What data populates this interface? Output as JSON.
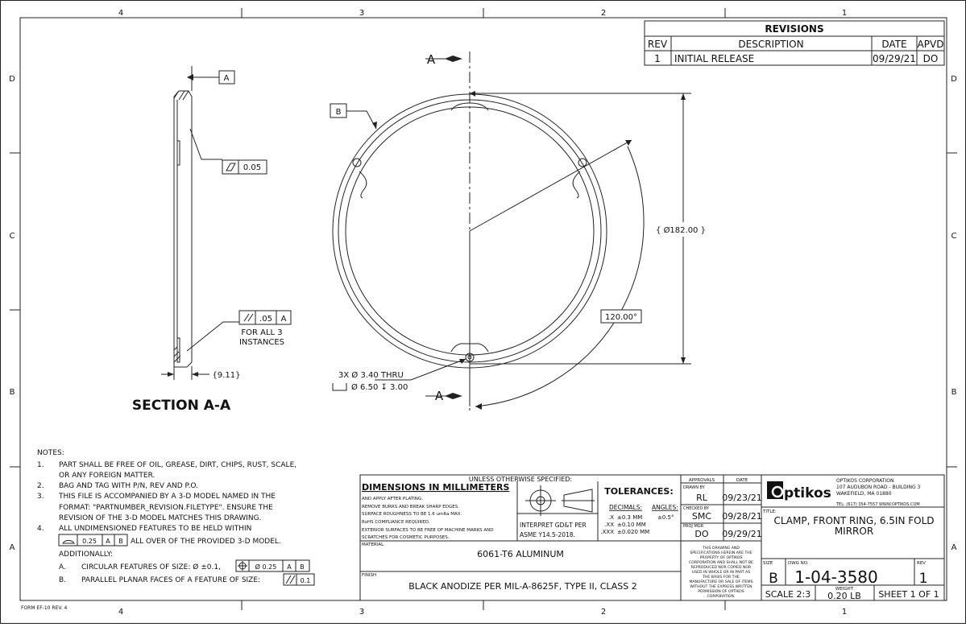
{
  "zones": {
    "cols": [
      "4",
      "3",
      "2",
      "1"
    ],
    "rows": [
      "D",
      "C",
      "B",
      "A"
    ]
  },
  "revisions": {
    "title": "REVISIONS",
    "headers": [
      "REV",
      "DESCRIPTION",
      "DATE",
      "APVD"
    ],
    "rows": [
      [
        "1",
        "INITIAL RELEASE",
        "09/29/21",
        "DO"
      ]
    ]
  },
  "section": {
    "label": "SECTION A-A",
    "datum_a": "A",
    "flatness_value": "0.05",
    "parallel_value": ".05",
    "parallel_datum": "A",
    "for_all_1": "FOR ALL 3",
    "for_all_2": "INSTANCES",
    "thickness_dim": "9.11"
  },
  "front": {
    "section_mark": "A",
    "datum_b": "B",
    "diameter_dim": "Ø182.00",
    "angle_dim": "120.00°",
    "hole_callout_1": "3X  Ø 3.40 THRU",
    "hole_callout_2": "Ø 6.50  ↧ 3.00"
  },
  "notes": {
    "title": "NOTES:",
    "items": [
      [
        "1.",
        "PART SHALL BE FREE OF OIL, GREASE, DIRT, CHIPS, RUST, SCALE,"
      ],
      [
        "",
        "OR ANY FOREIGN MATTER."
      ],
      [
        "2.",
        "BAG AND TAG WITH P/N, REV AND P.O."
      ],
      [
        "3.",
        "THIS FILE IS ACCOMPANIED BY A 3-D MODEL NAMED IN THE"
      ],
      [
        "",
        "FORMAT: \"PARTNUMBER_REVISION.FILETYPE\". ENSURE THE"
      ],
      [
        "",
        "REVISION OF THE 3-D MODEL MATCHES THIS DRAWING."
      ],
      [
        "4.",
        "ALL UNDIMENSIONED FEATURES TO BE HELD WITHIN"
      ]
    ],
    "profile_value": "0.25",
    "profile_datum_a": "A",
    "profile_datum_b": "B",
    "profile_text": "ALL OVER OF THE PROVIDED 3-D MODEL.",
    "additionally": "ADDITIONALLY:",
    "a_label": "A.",
    "a_text": "CIRCULAR FEATURES OF SIZE:  Ø ±0.1,",
    "a_pos_value": "Ø 0.25",
    "a_datum_a": "A",
    "a_datum_b": "B",
    "b_label": "B.",
    "b_text": "PARALLEL PLANAR FACES OF A FEATURE OF SIZE:",
    "b_value": "0.1"
  },
  "title_block": {
    "unless": "UNLESS OTHERWISE SPECIFIED:",
    "dims": "DIMENSIONS IN MILLIMETERS",
    "small_notes": [
      "AND APPLY AFTER PLATING.",
      "REMOVE BURRS AND BREAK SHARP EDGES.",
      "SURFACE ROUGHNESS TO BE 1.6 umRa MAX.",
      "RoHS COMPLIANCE REQUIRED.",
      "EXTERIOR SURFACES TO BE FREE OF MACHINE MARKS AND",
      "SCRATCHES FOR COSMETIC PURPOSES."
    ],
    "interpret_1": "INTERPRET GD&T PER",
    "interpret_2": "ASME Y14.5-2018.",
    "tolerances": "TOLERANCES:",
    "decimals": "DECIMALS:",
    "angles": "ANGLES:",
    "tol_rows": [
      [
        ".X",
        "±0.3 MM",
        "±0.5°"
      ],
      [
        ".XX",
        "±0.10 MM",
        ""
      ],
      [
        ".XXX",
        "±0.020 MM",
        ""
      ]
    ],
    "material_label": "MATERIAL",
    "material": "6061-T6 ALUMINUM",
    "finish_label": "FINISH",
    "finish": "BLACK ANODIZE PER MIL-A-8625F, TYPE II, CLASS 2",
    "approvals": "APPROVALS",
    "date": "DATE",
    "drawn_by": "DRAWN BY",
    "drawn_by_val": "RL",
    "drawn_date": "09/23/21",
    "checked_by": "CHECKED BY",
    "checked_val": "SMC",
    "checked_date": "09/28/21",
    "proj_mgr": "PROJ MGR",
    "proj_val": "DO",
    "proj_date": "09/29/21",
    "prop_text": [
      "THIS DRAWING AND",
      "SPECIFICATIONS HEREIN ARE THE",
      "PROPERTY OF OPTIKOS",
      "CORPORATION AND SHALL NOT BE",
      "REPRODUCED NOR COPIED NOR",
      "USED IN WHOLE OR IN PART AS",
      "THE BASIS FOR THE",
      "MANUFACTURE OR SALE OF ITEMS",
      "WITHOUT THE EXPRESS WRITTEN",
      "PERMISSION OF OPTIKOS",
      "CORPORATION."
    ],
    "logo": "ptikos",
    "company": "OPTIKOS CORPORATION",
    "address_1": "107 AUDUBON ROAD - BUILDING 3",
    "address_2": "WAKEFIELD, MA 01880",
    "contact": "TEL: (617) 354-7557  WWW.OPTIKOS.COM",
    "title_label": "TITLE:",
    "title_1": "CLAMP, FRONT RING, 6.5IN FOLD",
    "title_2": "MIRROR",
    "size_label": "SIZE",
    "size": "B",
    "dwg_label": "DWG NO.",
    "dwg": "1-04-3580",
    "rev_label": "REV",
    "rev": "1",
    "scale": "SCALE 2:3",
    "weight_label": "WEIGHT",
    "weight": "0.20 LB",
    "sheet": "SHEET 1 OF 1"
  },
  "form": "FORM EF-10 REV. 4"
}
